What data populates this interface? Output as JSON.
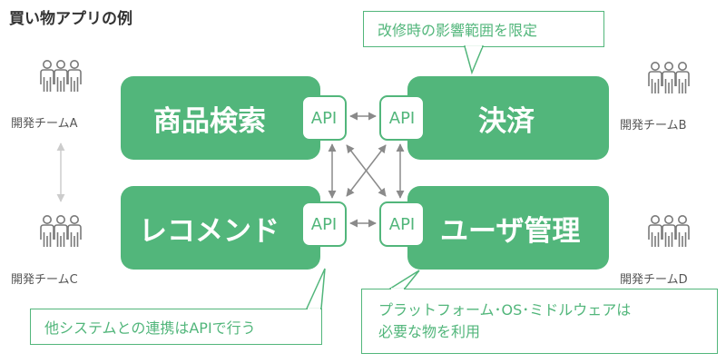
{
  "title": "買い物アプリの例",
  "services": [
    {
      "id": "search",
      "label": "商品検索"
    },
    {
      "id": "payment",
      "label": "決済"
    },
    {
      "id": "recommend",
      "label": "レコメンド"
    },
    {
      "id": "usermgmt",
      "label": "ユーザ管理"
    }
  ],
  "api_label": "API",
  "teams": [
    {
      "label": "開発チームA"
    },
    {
      "label": "開発チームB"
    },
    {
      "label": "開発チームC"
    },
    {
      "label": "開発チームD"
    }
  ],
  "callouts": {
    "top": "改修時の影響範囲を限定",
    "bottom_left": "他システムとの連携はAPIで行う",
    "bottom_right_line1": "プラットフォーム･OS･ミドルウェアは",
    "bottom_right_line2": "必要な物を利用"
  },
  "colors": {
    "accent": "#52b67b",
    "arrow": "#8a8a8a",
    "team_icon": "#7a7a7a"
  },
  "icons": [
    "team-people-icon"
  ]
}
